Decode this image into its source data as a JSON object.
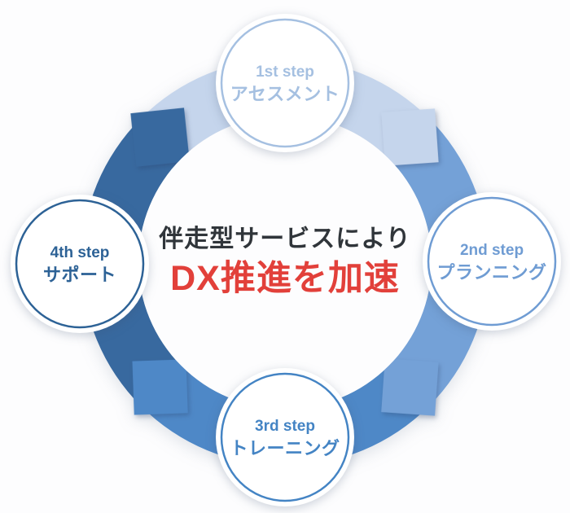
{
  "diagram": {
    "background": "#fdfdfe",
    "center": {
      "headline": "伴走型サービスにより",
      "highlight": "DX推進を加速",
      "headline_color": "#30353a",
      "highlight_color": "#e2403a"
    },
    "steps": [
      {
        "label": "1st step",
        "name": "アセスメント",
        "accent": "#a5c0e1",
        "segment": "#c5d5ec",
        "position": "top"
      },
      {
        "label": "2nd step",
        "name": "プランニング",
        "accent": "#6f9cd3",
        "segment": "#74a1d7",
        "position": "right"
      },
      {
        "label": "3rd step",
        "name": "トレーニング",
        "accent": "#4484c4",
        "segment": "#4e88c7",
        "position": "bottom"
      },
      {
        "label": "4th step",
        "name": "サポート",
        "accent": "#2d6296",
        "segment": "#38699f",
        "position": "left"
      }
    ]
  }
}
